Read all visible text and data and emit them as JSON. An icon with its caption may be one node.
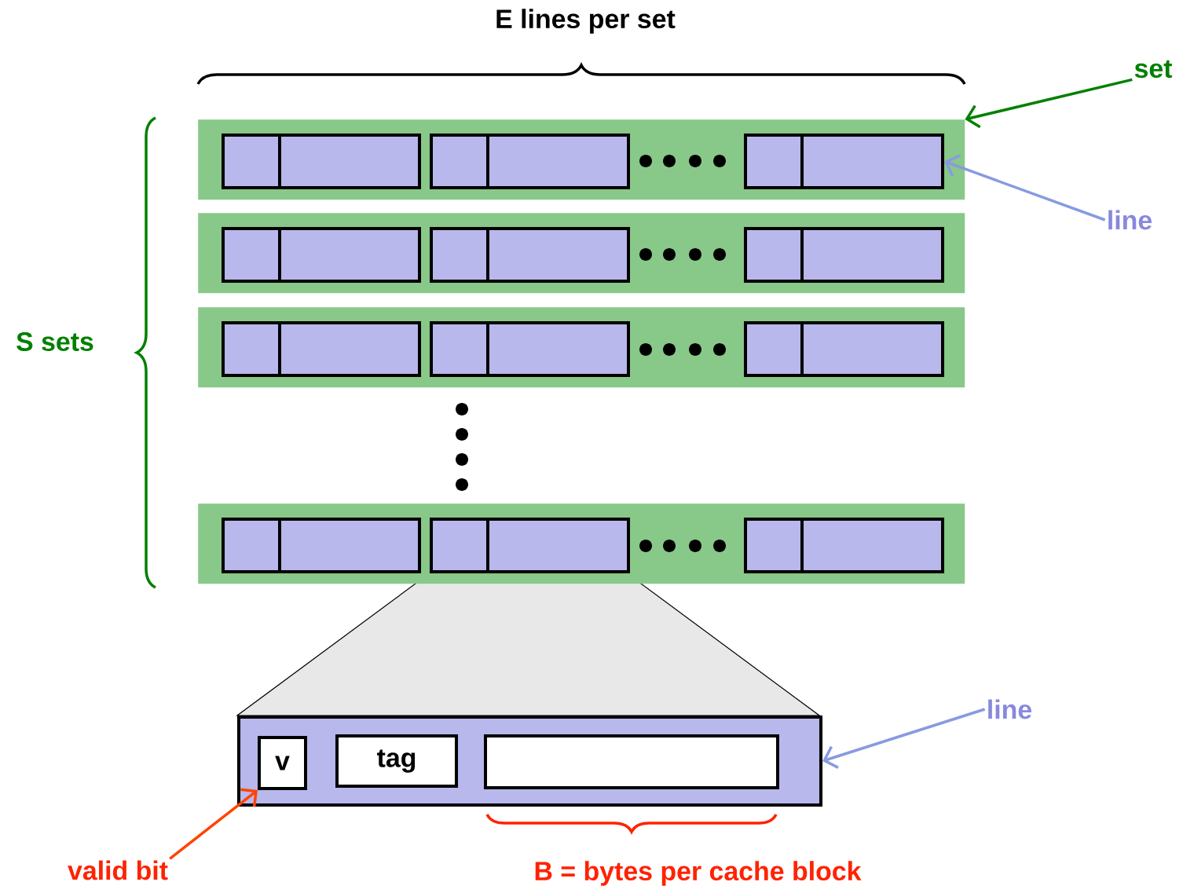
{
  "diagram": {
    "nodes": [
      {
        "text": [],
        "shape": "bar"
      },
      {
        "text": [],
        "shape": "box",
        "in": 0
      },
      {
        "text": [],
        "shape": "box",
        "in": 0
      },
      {
        "text": [],
        "shape": "box",
        "in": 0
      },
      {
        "text": [],
        "shape": "bar"
      },
      {
        "text": [],
        "shape": "box",
        "in": 4
      },
      {
        "text": [],
        "shape": "box",
        "in": 4
      },
      {
        "text": [],
        "shape": "box",
        "in": 4
      },
      {
        "text": [],
        "shape": "bar"
      },
      {
        "text": [],
        "shape": "box",
        "in": 8
      },
      {
        "text": [],
        "shape": "box",
        "in": 8
      },
      {
        "text": [],
        "shape": "box",
        "in": 8
      },
      {
        "text": [],
        "shape": "bar"
      },
      {
        "text": [],
        "shape": "box",
        "in": 12
      },
      {
        "text": [],
        "shape": "box",
        "in": 12
      },
      {
        "text": [],
        "shape": "box",
        "in": 12
      },
      {
        "text": [],
        "shape": "box"
      },
      {
        "text": [
          "v"
        ],
        "in": 16
      },
      {
        "text": [
          "tag"
        ],
        "in": 16
      },
      {
        "text": [],
        "shape": "box",
        "in": 16
      },
      {
        "text": [
          "set"
        ]
      },
      {
        "text": [
          "line"
        ]
      },
      {
        "text": [
          "line"
        ]
      },
      {
        "text": [
          "valid bit"
        ]
      }
    ],
    "edges": [
      {
        "from": 20,
        "to": 0,
        "arrow": "to",
        "color": "#008000"
      },
      {
        "from": 21,
        "to": 3,
        "arrow": "to",
        "color": "#8888e0"
      },
      {
        "from": 22,
        "to": 16,
        "arrow": "to",
        "color": "#8888e0"
      },
      {
        "from": 23,
        "to": 17,
        "arrow": "to",
        "color": "#ff2200"
      }
    ],
    "labels": [
      "E lines per set",
      "S sets",
      "B = bytes per cache block"
    ]
  }
}
